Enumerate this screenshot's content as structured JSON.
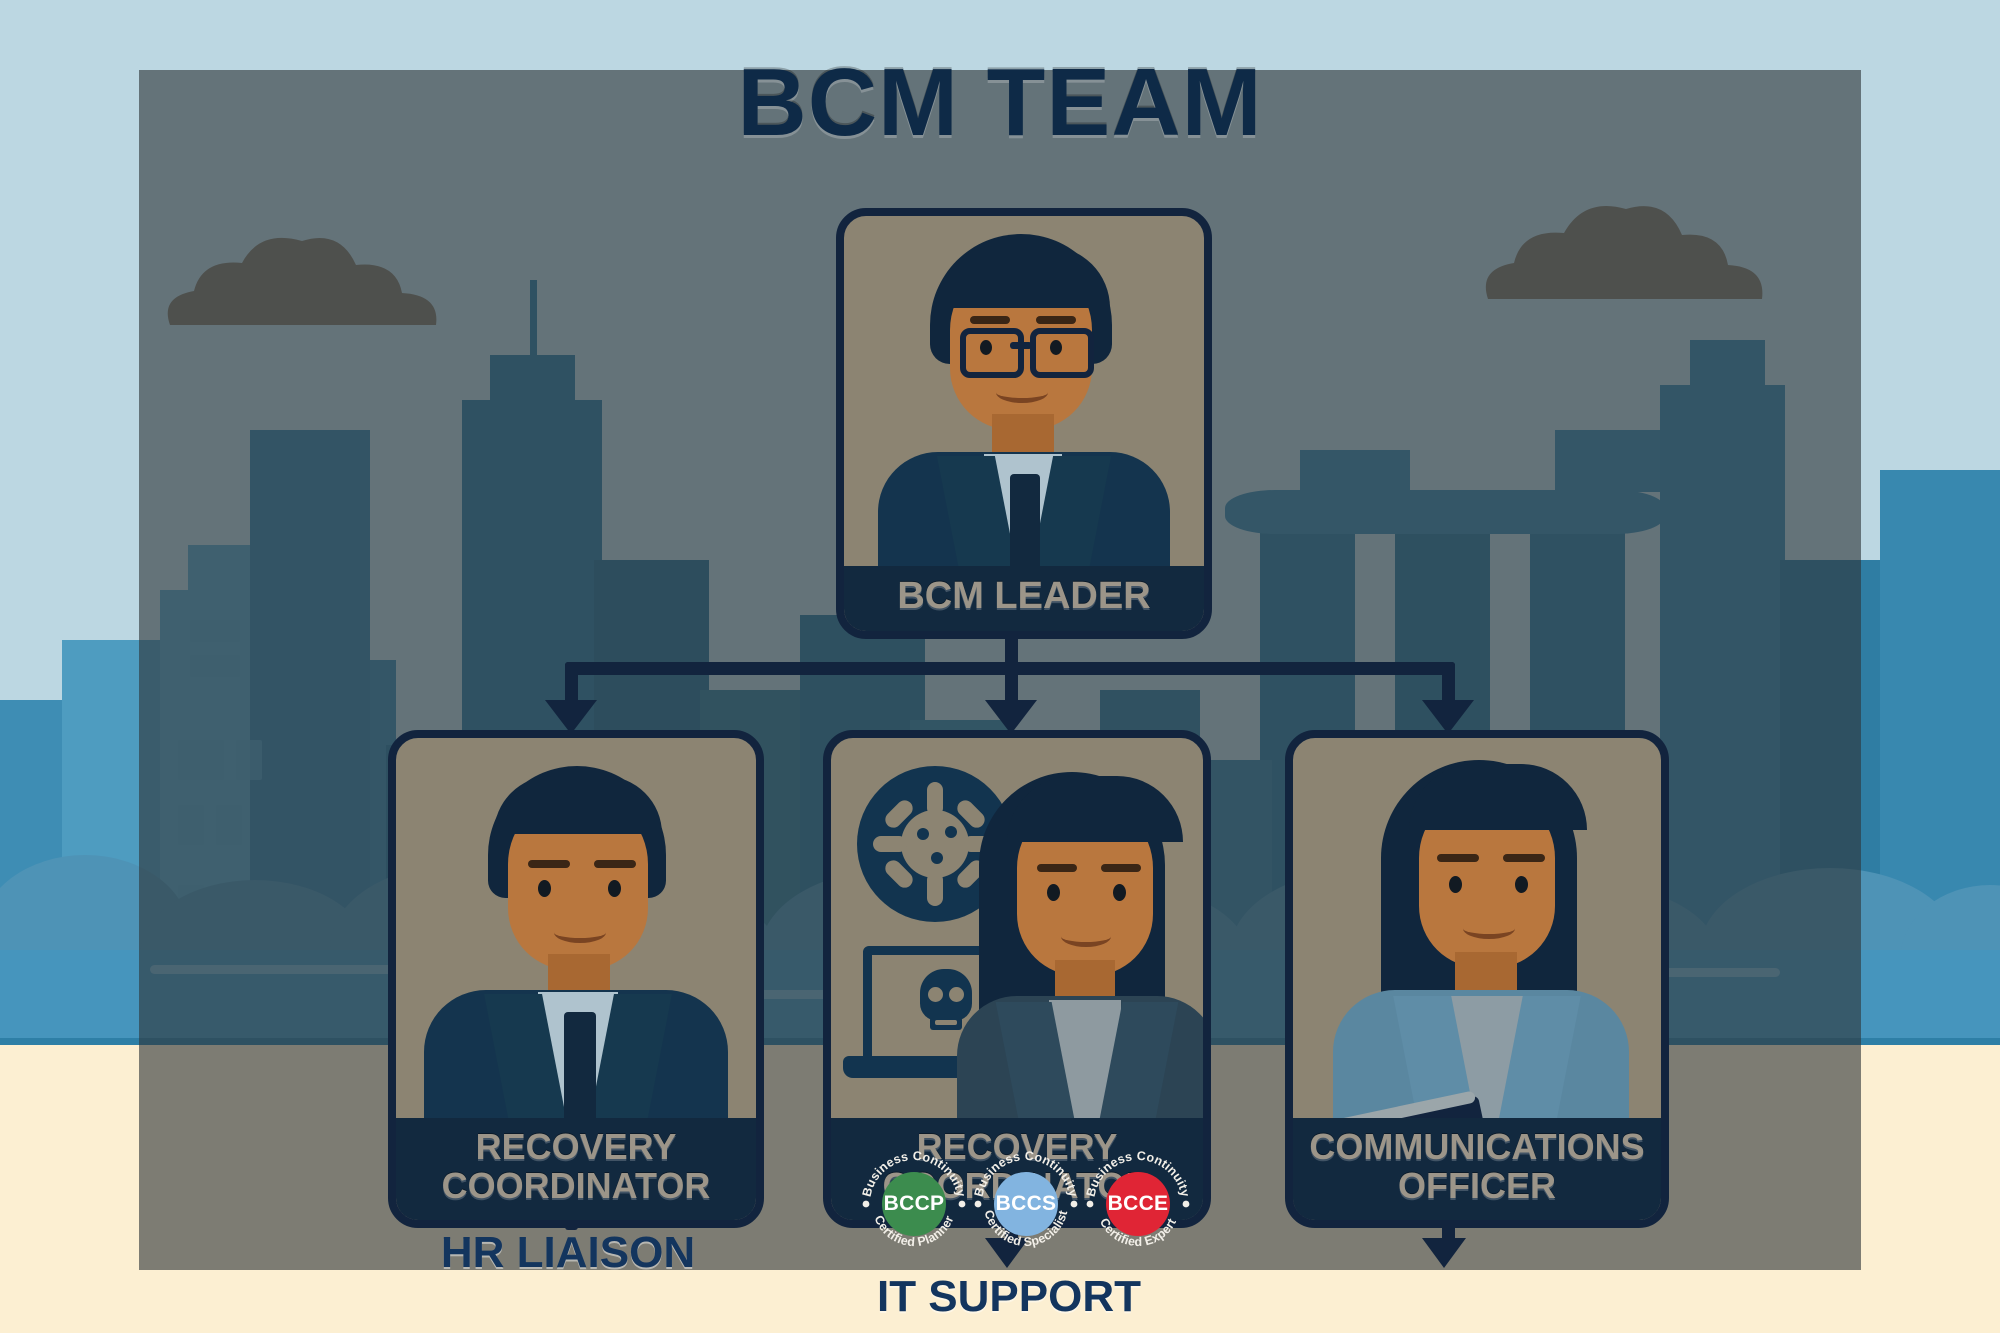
{
  "page": {
    "title": "BCM TEAM",
    "scene": "singapore-skyline-marina-bay"
  },
  "colors": {
    "title_navy": "#0E2A47",
    "card_border": "#12243E",
    "card_label_bg": "#12293F",
    "card_label_text": "#9C9589",
    "card_photo_bg": "#8C8472",
    "sky": "#BCD7E2",
    "sea": "#4695BD",
    "sand": "#FCEFD2",
    "building": "#3E8DB4",
    "overlay": "rgba(46,54,56,0.62)",
    "bottom_label": "#13355E"
  },
  "org_chart": {
    "type": "hierarchy",
    "root": {
      "label": "BCM LEADER",
      "role_icon": "man-with-glasses-suit"
    },
    "children": [
      {
        "label": "RECOVERY COORDINATOR",
        "role_icon": "man-in-suit-tie",
        "sub_label": "HR LIAISON"
      },
      {
        "label": "RECOVERY COORDINATOR",
        "role_icon": "woman-with-virus-and-laptop-icons",
        "sub_label": "IT SUPPORT"
      },
      {
        "label": "COMMUNICATIONS OFFICER",
        "role_icon": "woman-with-tablet",
        "sub_label": ""
      }
    ]
  },
  "middle_card_icons": [
    {
      "name": "virus-icon",
      "meaning": "pandemic-threat"
    },
    {
      "name": "laptop-skull-icon",
      "meaning": "cyber-attack-malware"
    }
  ],
  "certifications": [
    {
      "code": "BCCP",
      "top_arc": "Business Continuity",
      "bottom_arc": "Certified Planner",
      "color": "#3C8C4E"
    },
    {
      "code": "BCCS",
      "top_arc": "Business Continuity",
      "bottom_arc": "Certified Specialist",
      "color": "#82B4E0"
    },
    {
      "code": "BCCE",
      "top_arc": "Business Continuity",
      "bottom_arc": "Certified Expert",
      "color": "#E02535"
    }
  ]
}
